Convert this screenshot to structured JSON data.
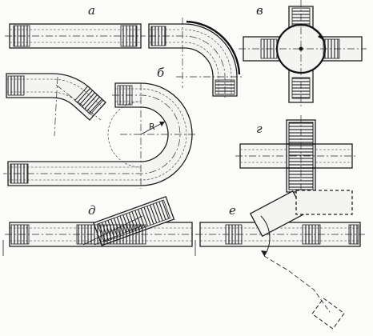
{
  "figure": {
    "panel_labels": {
      "a": "а",
      "b": "б",
      "v": "в",
      "g": "г",
      "d": "д",
      "e": "е"
    },
    "radius_label": "R"
  },
  "colors": {
    "ink": "#1e1e1e",
    "paper": "#fbfbfa",
    "pipe_fill": "#f4f4f2"
  }
}
